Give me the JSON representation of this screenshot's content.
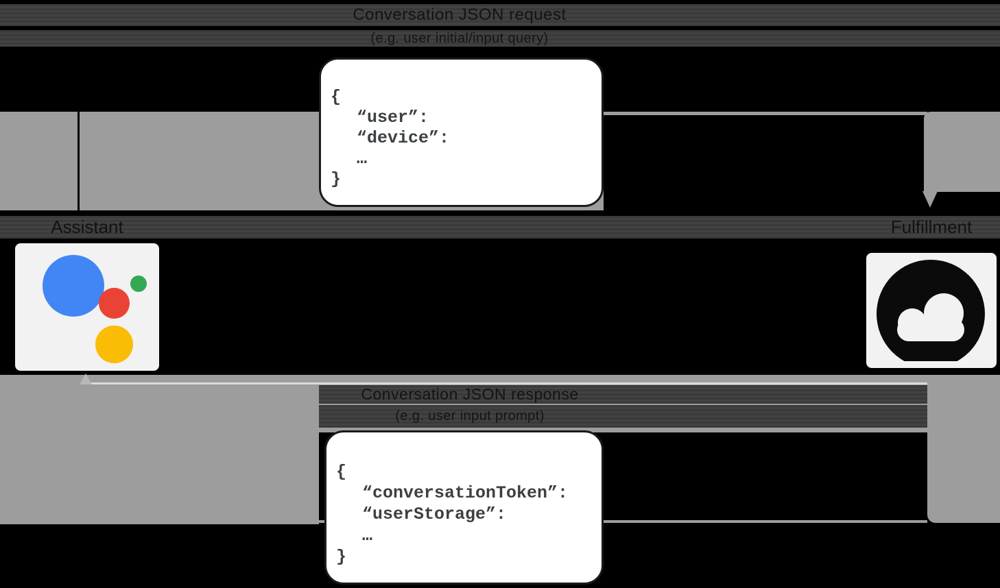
{
  "labels": {
    "request_line1": "Conversation JSON request",
    "request_line2": "(e.g. user initial/input query)",
    "response_line1": "Conversation JSON response",
    "response_line2": "(e.g. user input prompt)"
  },
  "nodes": {
    "assistant_label": "Assistant",
    "fulfillment_label": "Fulfillment"
  },
  "request_json": {
    "lines": [
      "{",
      "“user”:",
      "“device”:",
      "…",
      "}"
    ]
  },
  "response_json": {
    "lines": [
      "{",
      "“conversationToken”:",
      "“userStorage”:",
      "…",
      "}"
    ]
  },
  "colors": {
    "arrow_gray": "#9d9d9d",
    "label_band_dark": "#3e3e3e",
    "code_text": "#3c4043",
    "box_background": "#ffffff",
    "box_border": "#1b1b1b",
    "tile_background": "#f2f2f2",
    "assistant_blue": "#4285F4",
    "assistant_red": "#EA4335",
    "assistant_green": "#34A853",
    "assistant_yellow": "#FBBC05",
    "cloud_icon_dark": "#0b0b0b"
  }
}
